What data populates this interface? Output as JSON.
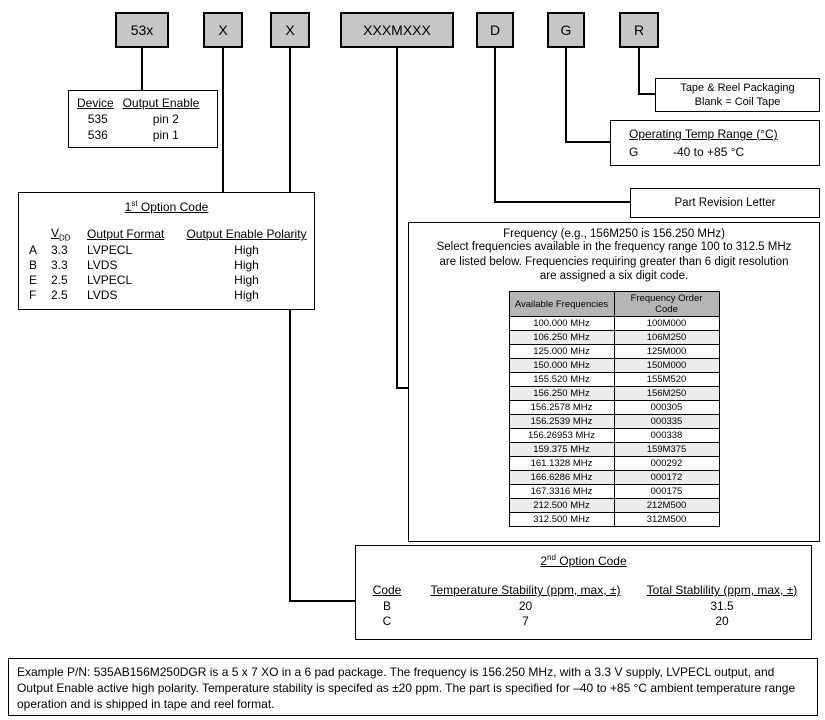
{
  "part_fields": [
    {
      "label": "53x"
    },
    {
      "label": "X"
    },
    {
      "label": "X"
    },
    {
      "label": "XXXMXXX"
    },
    {
      "label": "D"
    },
    {
      "label": "G"
    },
    {
      "label": "R"
    }
  ],
  "device": {
    "header_device": "Device",
    "header_output_enable": "Output Enable",
    "rows": [
      {
        "device": "535",
        "pin": "pin 2"
      },
      {
        "device": "536",
        "pin": "pin 1"
      }
    ]
  },
  "option1": {
    "title_num": "1",
    "title_sup": "st",
    "title_rest": " Option Code",
    "header_vdd_main": "V",
    "header_vdd_sub": "DD",
    "header_format": "Output Format",
    "header_polarity": "Output Enable Polarity",
    "rows": [
      {
        "code": "A",
        "vdd": "3.3",
        "format": "LVPECL",
        "polarity": "High"
      },
      {
        "code": "B",
        "vdd": "3.3",
        "format": "LVDS",
        "polarity": "High"
      },
      {
        "code": "E",
        "vdd": "2.5",
        "format": "LVPECL",
        "polarity": "High"
      },
      {
        "code": "F",
        "vdd": "2.5",
        "format": "LVDS",
        "polarity": "High"
      }
    ]
  },
  "tape_reel": {
    "line1": "Tape & Reel Packaging",
    "line2": "Blank = Coil Tape"
  },
  "temp_range": {
    "header": "Operating Temp Range (°C)",
    "code": "G",
    "range": "-40 to +85 °C"
  },
  "revision": {
    "label": "Part Revision Letter"
  },
  "frequency": {
    "title": "Frequency (e.g., 156M250 is 156.250 MHz)",
    "desc_line1": "Select frequencies available in the  frequency range 100 to 312.5 MHz",
    "desc_line2": "are listed below. Frequencies requiring greater than 6 digit resolution",
    "desc_line3": "are assigned a six digit code.",
    "table": {
      "headers": [
        "Available Frequencies",
        "Frequency Order Code"
      ],
      "rows": [
        [
          "100.000 MHz",
          "100M000"
        ],
        [
          "106.250 MHz",
          "106M250"
        ],
        [
          "125.000 MHz",
          "125M000"
        ],
        [
          "150.000 MHz",
          "150M000"
        ],
        [
          "155.520 MHz",
          "155M520"
        ],
        [
          "156.250 MHz",
          "156M250"
        ],
        [
          "156.2578 MHz",
          "000305"
        ],
        [
          "156.2539 MHz",
          "000335"
        ],
        [
          "156.26953 MHz",
          "000338"
        ],
        [
          "159.375 MHz",
          "159M375"
        ],
        [
          "161.1328 MHz",
          "000292"
        ],
        [
          "166.6286 MHz",
          "000172"
        ],
        [
          "167.3316 MHz",
          "000175"
        ],
        [
          "212.500 MHz",
          "212M500"
        ],
        [
          "312.500 MHz",
          "312M500"
        ]
      ]
    }
  },
  "option2": {
    "title_num": "2",
    "title_sup": "nd",
    "title_rest": " Option Code",
    "header_code": "Code",
    "header_temp": "Temperature Stability (ppm, max, ±)",
    "header_total": "Total Stablility (ppm, max, ±)",
    "rows": [
      {
        "code": "B",
        "temp": "20",
        "total": "31.5"
      },
      {
        "code": "C",
        "temp": "7",
        "total": "20"
      }
    ]
  },
  "example": {
    "text": "Example P/N:  535AB156M250DGR is a 5 x 7 XO in a 6 pad package. The frequency is 156.250 MHz, with a 3.3 V supply, LVPECL output, and Output Enable active high polarity. Temperature stability is specifed as ±20 ppm.  The part is specified for –40 to +85 °C ambient temperature range operation and is shipped in tape and reel format."
  }
}
